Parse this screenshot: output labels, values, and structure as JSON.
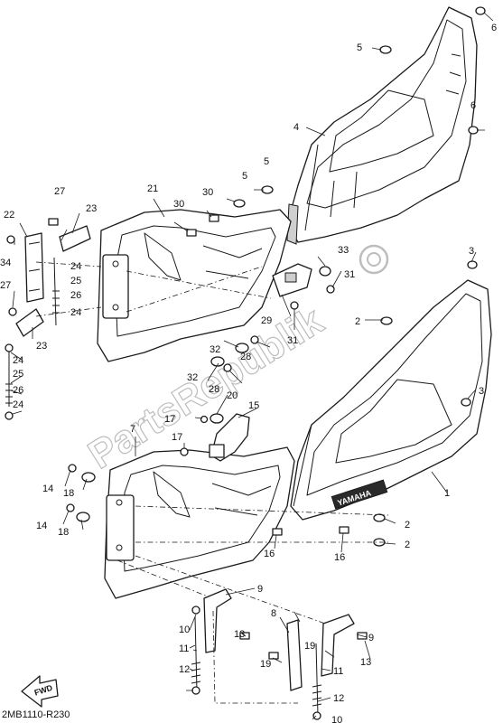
{
  "diagram_code": "2MB1110-R230",
  "watermark": "PartsRepublik",
  "fwd_label": "FWD",
  "brand_label": "YAMAHA",
  "callouts": [
    "1",
    "2",
    "2",
    "2",
    "3",
    "3",
    "4",
    "5",
    "5",
    "5",
    "6",
    "6",
    "7",
    "8",
    "9",
    "9",
    "10",
    "10",
    "11",
    "11",
    "12",
    "12",
    "13",
    "13",
    "14",
    "14",
    "15",
    "16",
    "16",
    "17",
    "17",
    "18",
    "18",
    "19",
    "19",
    "20",
    "21",
    "22",
    "23",
    "23",
    "24",
    "24",
    "24",
    "24",
    "25",
    "25",
    "26",
    "26",
    "27",
    "27",
    "28",
    "28",
    "29",
    "30",
    "30",
    "31",
    "31",
    "32",
    "32",
    "33",
    "34"
  ]
}
